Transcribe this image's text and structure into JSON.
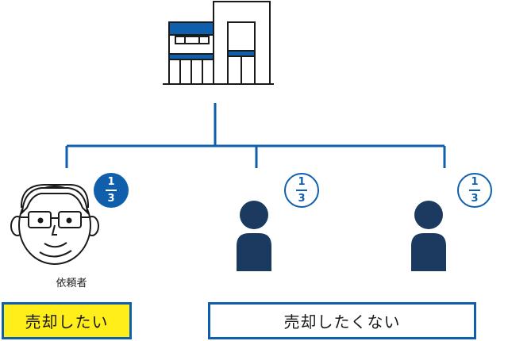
{
  "requester": {
    "label": "依頼者"
  },
  "shares": [
    {
      "numerator": "1",
      "denominator": "3"
    },
    {
      "numerator": "1",
      "denominator": "3"
    },
    {
      "numerator": "1",
      "denominator": "3"
    }
  ],
  "stances": {
    "want_to_sell": "売却したい",
    "not_want_to_sell": "売却したくない"
  },
  "colors": {
    "accent_blue": "#0f5fad",
    "navy": "#1c3a5f",
    "highlight_yellow": "#ffee1a"
  },
  "icons": [
    "property-building-icon",
    "requester-face-icon",
    "person-icon",
    "person-icon"
  ]
}
